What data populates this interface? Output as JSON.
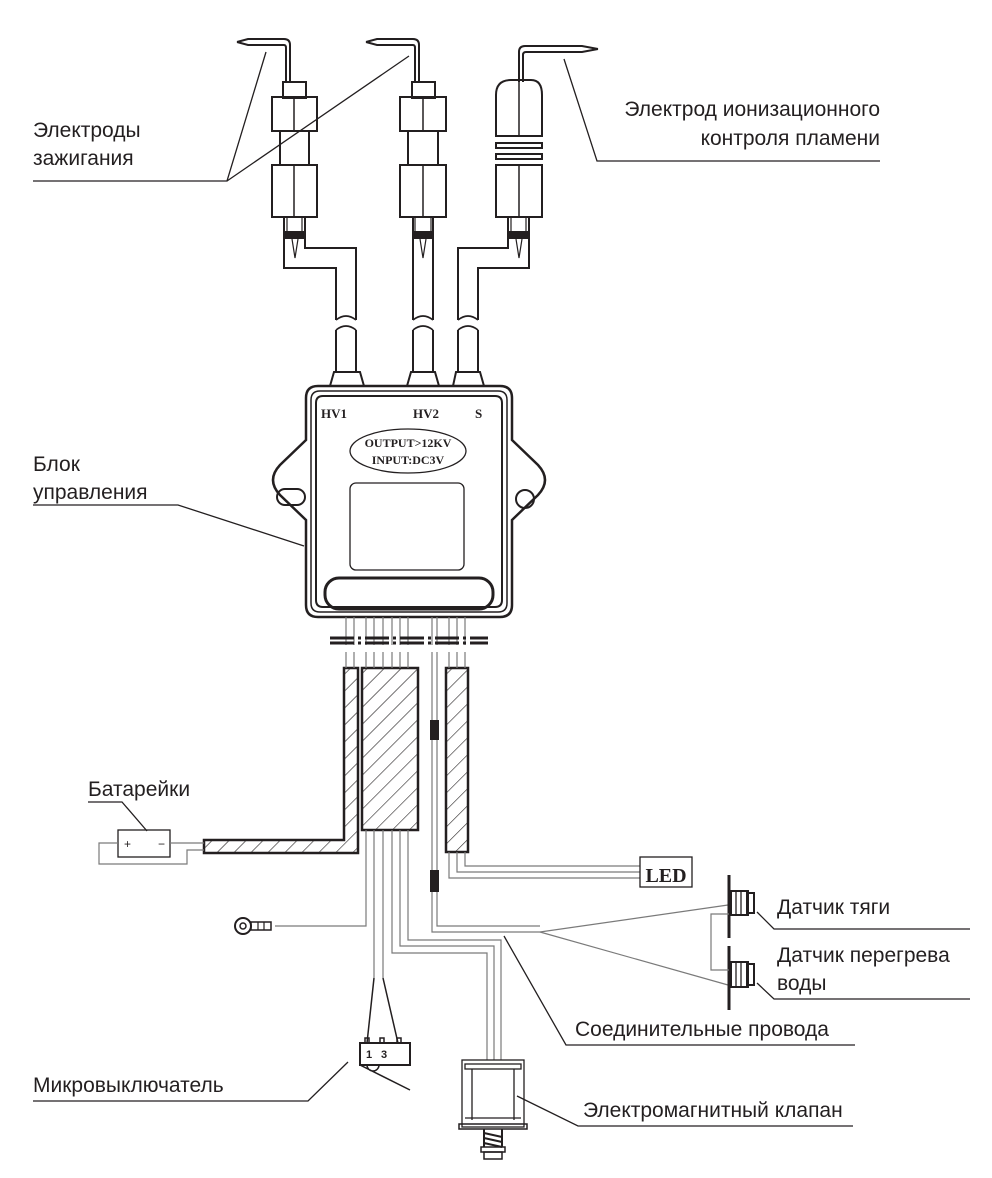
{
  "diagram": {
    "title": "Схема подключения блока управления розжигом",
    "labels": {
      "ignition_electrodes": [
        "Электроды",
        "зажигания"
      ],
      "ionization_electrode": [
        "Электрод ионизационного",
        "контроля пламени"
      ],
      "control_unit": [
        "Блок",
        "управления"
      ],
      "batteries": "Батарейки",
      "draft_sensor": "Датчик тяги",
      "overheat_sensor": [
        "Датчик перегрева",
        "воды"
      ],
      "connecting_wires": "Соединительные провода",
      "microswitch": "Микровыключатель",
      "solenoid_valve": "Электромагнитный клапан"
    },
    "control_unit": {
      "ports": [
        "HV1",
        "HV2",
        "S"
      ],
      "spec_output": "OUTPUT>12KV",
      "spec_input": "INPUT:DC3V"
    },
    "led": "LED",
    "battery_terminals": {
      "plus": "+",
      "minus": "−"
    },
    "microswitch_pins": [
      "1",
      "3"
    ],
    "colors": {
      "ink": "#231f20",
      "wire": "#7a7a7a",
      "background": "#ffffff"
    }
  }
}
